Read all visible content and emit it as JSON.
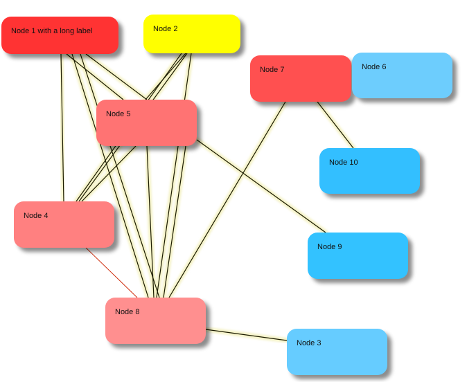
{
  "nodes": [
    {
      "id": "n1",
      "label": "Node 1 with a long label",
      "color": "#ff3333"
    },
    {
      "id": "n2",
      "label": "Node 2",
      "color": "#ffff00"
    },
    {
      "id": "n3",
      "label": "Node 3",
      "color": "#66ccff"
    },
    {
      "id": "n4",
      "label": "Node 4",
      "color": "#ff8080"
    },
    {
      "id": "n5",
      "label": "Node 5",
      "color": "#ff7373"
    },
    {
      "id": "n6",
      "label": "Node 6",
      "color": "#6dcdfd"
    },
    {
      "id": "n7",
      "label": "Node 7",
      "color": "#ff5050"
    },
    {
      "id": "n8",
      "label": "Node 8",
      "color": "#ff8f8f"
    },
    {
      "id": "n9",
      "label": "Node 9",
      "color": "#33c2ff"
    },
    {
      "id": "n10",
      "label": "Node 10",
      "color": "#33bfff"
    }
  ],
  "edges": [
    {
      "from": "n1",
      "to": "n4",
      "style": "glow"
    },
    {
      "from": "n1",
      "to": "n5",
      "style": "glow"
    },
    {
      "from": "n1",
      "to": "n8",
      "style": "glow"
    },
    {
      "from": "n1",
      "to": "n8",
      "style": "glow"
    },
    {
      "from": "n1",
      "to": "n5",
      "style": "glow"
    },
    {
      "from": "n2",
      "to": "n5",
      "style": "glow"
    },
    {
      "from": "n2",
      "to": "n4",
      "style": "glow"
    },
    {
      "from": "n2",
      "to": "n4",
      "style": "glow"
    },
    {
      "from": "n2",
      "to": "n8",
      "style": "glow"
    },
    {
      "from": "n5",
      "to": "n4",
      "style": "glow"
    },
    {
      "from": "n5",
      "to": "n8",
      "style": "glow"
    },
    {
      "from": "n5",
      "to": "n8",
      "style": "glow"
    },
    {
      "from": "n5",
      "to": "n9",
      "style": "glow"
    },
    {
      "from": "n7",
      "to": "n8",
      "style": "glow"
    },
    {
      "from": "n7",
      "to": "n10",
      "style": "glow"
    },
    {
      "from": "n8",
      "to": "n3",
      "style": "glow"
    },
    {
      "from": "n4",
      "to": "n8",
      "style": "thin-red"
    }
  ],
  "edge_colors": {
    "glow_halo": "#f4f2c4",
    "glow_core": "#1a1a00",
    "thin_red": "#cc2200"
  }
}
